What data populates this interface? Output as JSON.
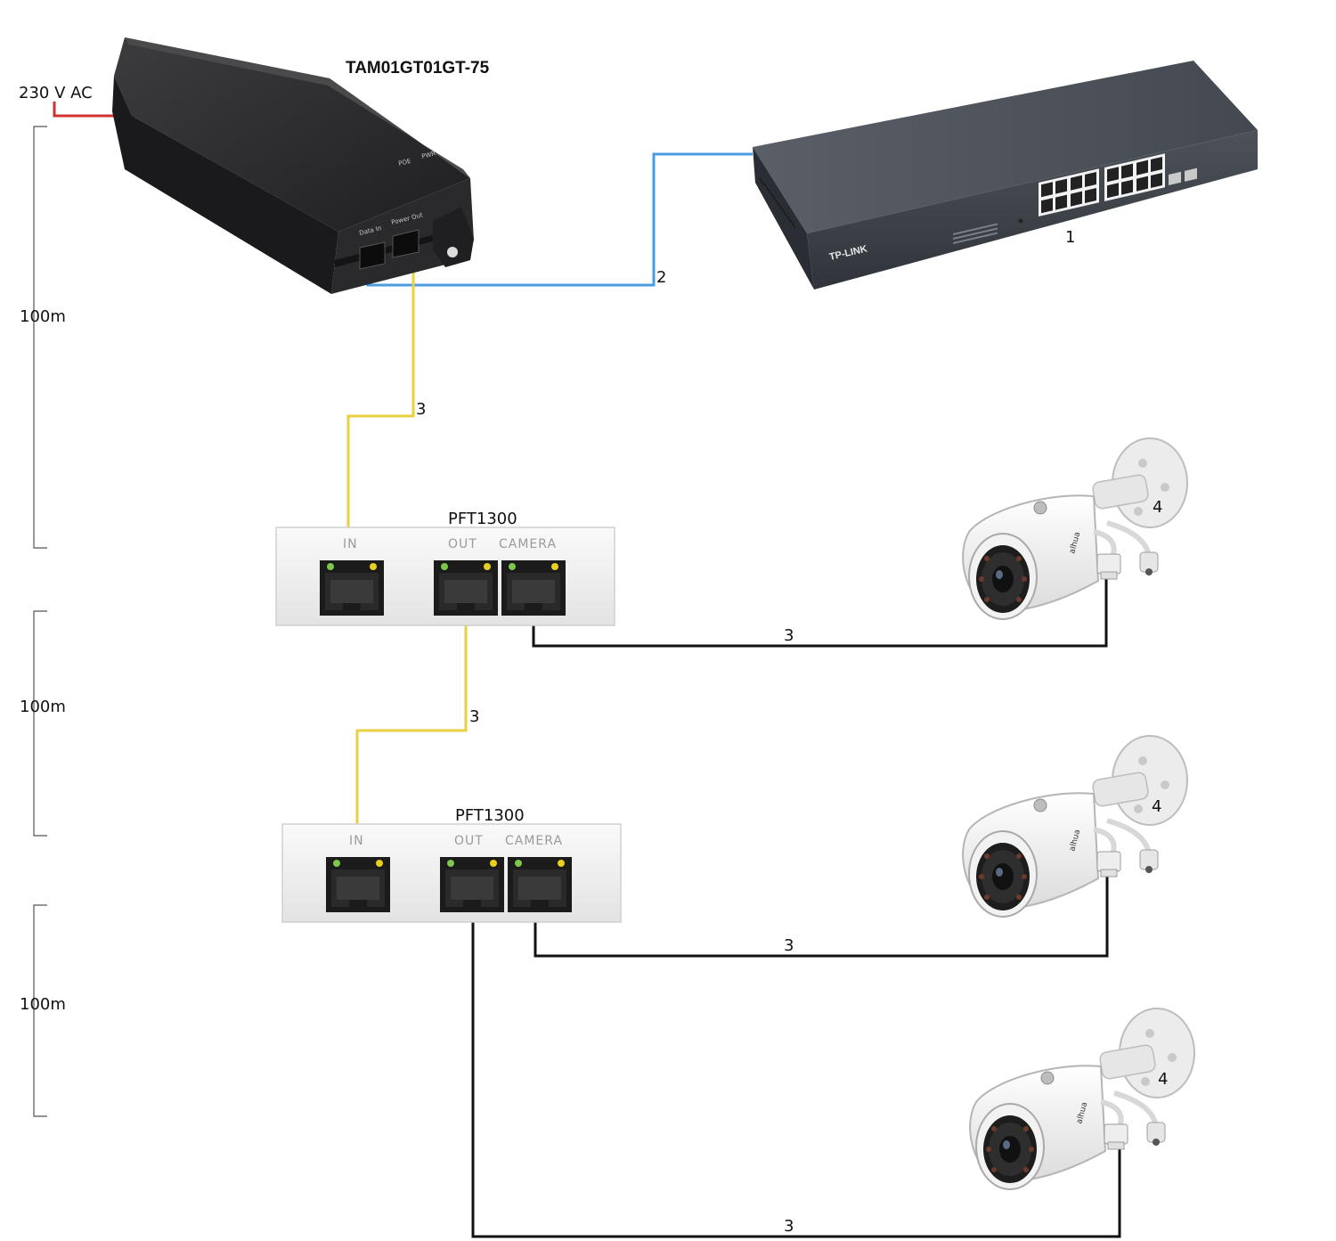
{
  "power_label": "230 V AC",
  "injector": {
    "model": "TAM01GT01GT-75",
    "port_data_in": "Data In",
    "port_power_out": "Power Out",
    "led_poe": "POE",
    "led_pwr": "PWR"
  },
  "switch": {
    "brand": "TP-LINK",
    "number": "1"
  },
  "cable_numbers": {
    "switch_link": "2",
    "trunk_1": "3",
    "trunk_2": "3",
    "camera_1": "3",
    "camera_2": "3",
    "camera_3": "3"
  },
  "extenders": [
    {
      "model": "PFT1300",
      "port_in": "IN",
      "port_out": "OUT",
      "port_camera": "CAMERA"
    },
    {
      "model": "PFT1300",
      "port_in": "IN",
      "port_out": "OUT",
      "port_camera": "CAMERA"
    }
  ],
  "cameras": [
    {
      "number": "4"
    },
    {
      "number": "4"
    },
    {
      "number": "4"
    }
  ],
  "distances": [
    "100m",
    "100m",
    "100m"
  ],
  "colors": {
    "power_cable": "#d03030",
    "data_cable": "#4a9be0",
    "poe_cable": "#e8d040",
    "camera_cable": "#111111"
  }
}
